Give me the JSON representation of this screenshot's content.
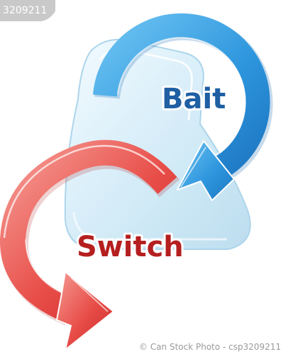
{
  "diagram": {
    "labels": {
      "bait": "Bait",
      "switch": "Switch"
    },
    "colors": {
      "bait_text": "#1f5fa3",
      "switch_text": "#b51f1f",
      "bait_arrow": "#3ea0e4",
      "switch_arrow": "#e8504f",
      "center_shape": "#cfe8f6"
    }
  },
  "watermark": {
    "top_left_id": "3209211",
    "footer_text": "© Can Stock Photo - csp3209211"
  }
}
